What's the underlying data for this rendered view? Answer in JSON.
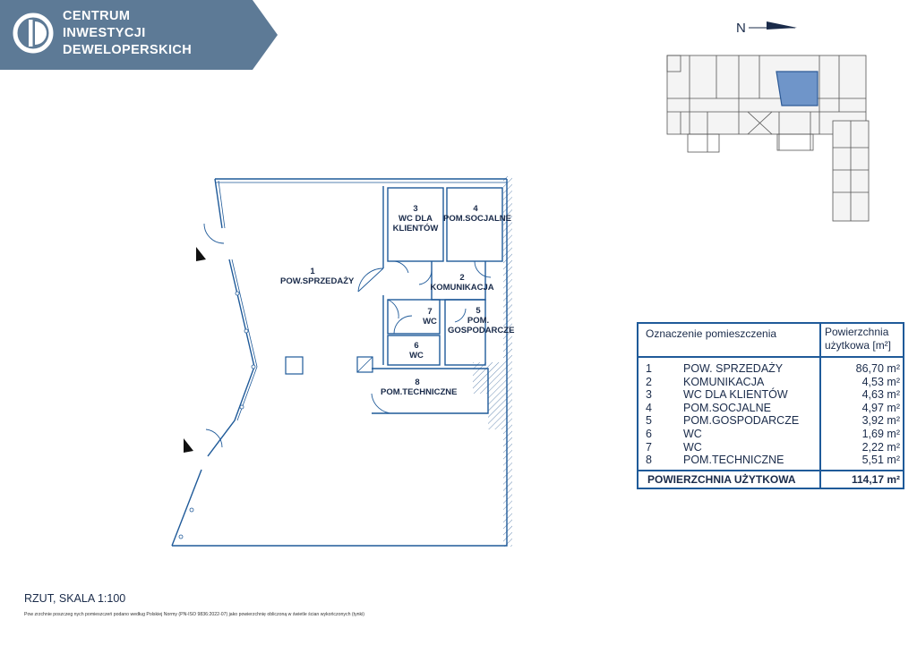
{
  "brand": {
    "lines": [
      "CENTRUM",
      "INWESTYCJI",
      "DEWELOPERSKICH"
    ],
    "color": "#5d7a96"
  },
  "compass": {
    "letter": "N"
  },
  "rooms": [
    {
      "number": "1",
      "name": "POW.SPRZEDAŻY"
    },
    {
      "number": "2",
      "name": "KOMUNIKACJA"
    },
    {
      "number": "3",
      "name": "WC DLA KLIENTÓW"
    },
    {
      "number": "4",
      "name": "POM.SOCJALNE"
    },
    {
      "number": "5",
      "name": "POM. GOSPODARCZE"
    },
    {
      "number": "6",
      "name": "WC"
    },
    {
      "number": "7",
      "name": "WC"
    },
    {
      "number": "8",
      "name": "POM.TECHNICZNE"
    }
  ],
  "plan_labels": {
    "r1_num": "1",
    "r1_name": "POW.SPRZEDAŻY",
    "r2_num": "2",
    "r2_name": "KOMUNIKACJA",
    "r3_num": "3",
    "r3_name_1": "WC DLA",
    "r3_name_2": "KLIENTÓW",
    "r4_num": "4",
    "r4_name": "POM.SOCJALNE",
    "r5_num": "5",
    "r5_name_1": "POM.",
    "r5_name_2": "GOSPODARCZE",
    "r6_num": "6",
    "r6_name": "WC",
    "r7_num": "7",
    "r7_name": "WC",
    "r8_num": "8",
    "r8_name": "POM.TECHNICZNE"
  },
  "legend": {
    "header_name": "Oznaczenie pomieszczenia",
    "header_area_1": "Powierzchnia",
    "header_area_2": "użytkowa [m²]",
    "rows": [
      {
        "num": "1",
        "name": "POW. SPRZEDAŻY",
        "area": "86,70 m²"
      },
      {
        "num": "2",
        "name": "KOMUNIKACJA",
        "area": "4,53 m²"
      },
      {
        "num": "3",
        "name": "WC DLA KLIENTÓW",
        "area": "4,63 m²"
      },
      {
        "num": "4",
        "name": "POM.SOCJALNE",
        "area": "4,97 m²"
      },
      {
        "num": "5",
        "name": "POM.GOSPODARCZE",
        "area": "3,92 m²"
      },
      {
        "num": "6",
        "name": "WC",
        "area": "1,69 m²"
      },
      {
        "num": "7",
        "name": "WC",
        "area": "2,22 m²"
      },
      {
        "num": "8",
        "name": "POM.TECHNICZNE",
        "area": "5,51 m²"
      }
    ],
    "total_label": "POWIERZCHNIA UŻYTKOWA",
    "total_value": "114,17 m²"
  },
  "scale_text": "RZUT, SKALA 1:100",
  "footnote": "Pow  zrzchnie poszczeg   nych pomieszczeń podano według Polskiej Normy (PN-ISO 9836:2022-07) jako powierzchnię obliczoną w świetle ścian wykończonych (tynki)",
  "colors": {
    "wall": "#1f5a99",
    "highlight": "#6f95c9",
    "text": "#1a2b4a",
    "hatch": "#6e8fb5"
  }
}
